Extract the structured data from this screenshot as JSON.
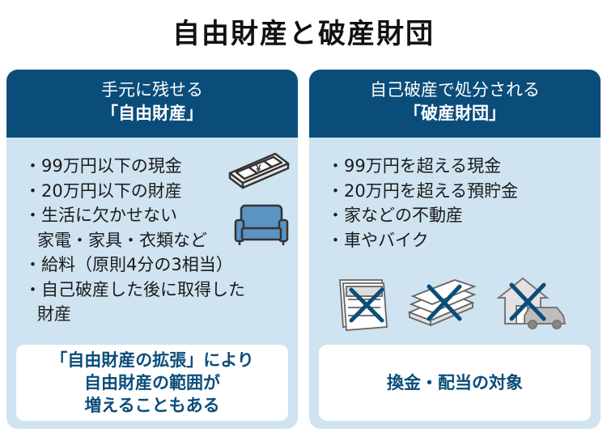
{
  "title": "自由財産と破産財団",
  "left_panel": {
    "subtitle": "手元に残せる",
    "heading": "「自由財産」",
    "items": [
      "・99万円以下の現金",
      "・20万円以下の財産",
      "・生活に欠かせない",
      "家電・家具・衣類など",
      "・給料（原則4分の3相当）",
      "・自己破産した後に取得した",
      "財産"
    ],
    "footer": [
      "「自由財産の拡張」により",
      "自由財産の範囲が",
      "増えることもある"
    ],
    "icons": [
      "cash-bundle-icon",
      "sofa-icon"
    ]
  },
  "right_panel": {
    "subtitle": "自己破産で処分される",
    "heading": "「破産財団」",
    "items": [
      "・99万円を超える現金",
      "・20万円を超える預貯金",
      "・家などの不動産",
      "・車やバイク"
    ],
    "footer": [
      "換金・配当の対象"
    ],
    "icons": [
      "bankbook-crossed-icon",
      "cash-bundles-crossed-icon",
      "house-car-crossed-icon"
    ]
  },
  "colors": {
    "header": "#0b4d7a",
    "panel_bg": "#cfe3f0",
    "accent_text": "#0b4d7a",
    "cross": "#0b4d7a"
  }
}
